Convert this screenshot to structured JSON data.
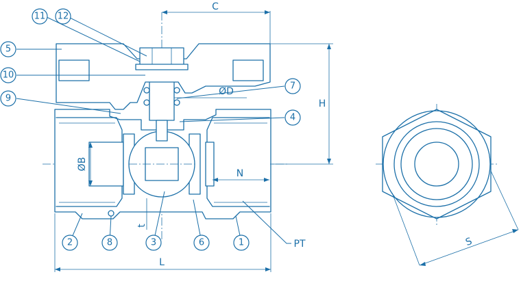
{
  "callouts": {
    "c1": "1",
    "c2": "2",
    "c3": "3",
    "c4": "4",
    "c5": "5",
    "c6": "6",
    "c7": "7",
    "c8": "8",
    "c9": "9",
    "c10": "10",
    "c11": "11",
    "c12": "12"
  },
  "dimensions": {
    "C": "C",
    "H": "H",
    "D": "ØD",
    "B": "ØB",
    "N": "N",
    "t": "t",
    "L": "L",
    "PT": "PT",
    "S": "S"
  }
}
